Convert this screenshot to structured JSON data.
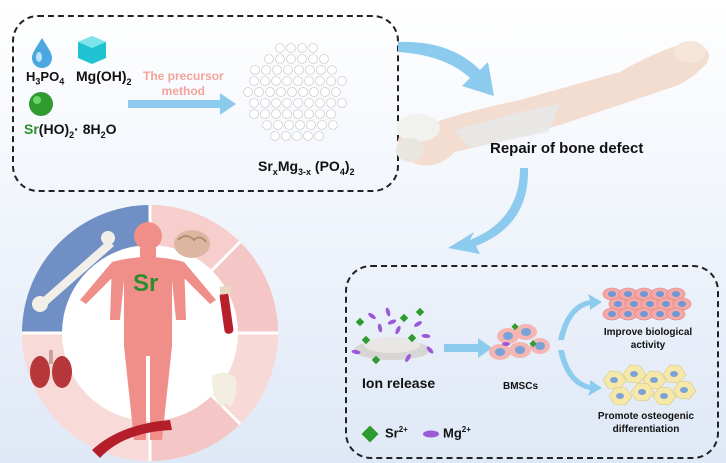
{
  "synthesis": {
    "h3po4": {
      "main": "H",
      "sub1": "3",
      "rest": "PO",
      "sub2": "4"
    },
    "mgoh2": {
      "main": "Mg(OH)",
      "sub": "2"
    },
    "sroh": {
      "sr": "Sr",
      "rest": "(HO)",
      "sub": "2",
      "tail": "· 8H",
      "sub2": "2",
      "end": "O"
    },
    "method_line1": "The precursor",
    "method_line2": "method",
    "product": {
      "sr": "Sr",
      "x": "x",
      "mg": "Mg",
      "sub": "3-x",
      "po": " (PO",
      "sub2": "4",
      "end": ")",
      "sub3": "2"
    }
  },
  "bone_label": "Repair of bone defect",
  "body": {
    "center_label": "Sr"
  },
  "mechanism": {
    "ion_release": "Ion release",
    "bmscs": "BMSCs",
    "improve_line1": "Improve biological",
    "improve_line2": "activity",
    "promote_line1": "Promote osteogenic",
    "promote_line2": "differentiation",
    "legend_sr": "Sr",
    "legend_sr_sup": "2+",
    "legend_mg": "Mg",
    "legend_mg_sup": "2+"
  },
  "colors": {
    "arrow": "#7fc4ee",
    "method_text": "#f2a39a",
    "sr_green": "#2e8b2e",
    "mg_purple": "#9b59d8",
    "ring_pink": "#f4c6c6",
    "ring_blue": "#6f8fc5",
    "body_pink": "#f08f8a"
  }
}
